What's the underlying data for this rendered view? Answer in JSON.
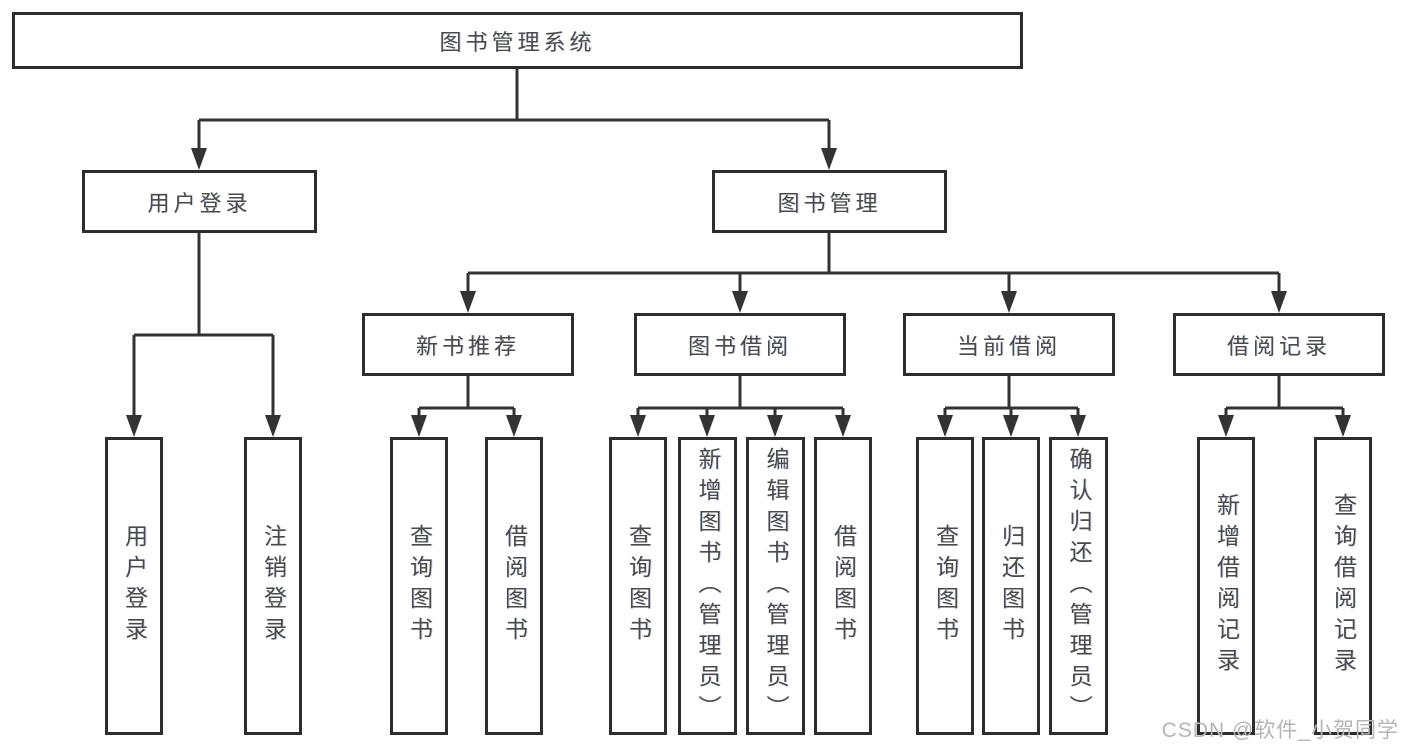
{
  "diagram_type": "hierarchy-tree",
  "colors": {
    "line": "#333333",
    "box_border": "#2d2d2d",
    "box_fill": "#ffffff",
    "text": "#4a4a4a",
    "watermark": "#b5b5b5"
  },
  "tree": {
    "label": "图书管理系统",
    "children": [
      {
        "label": "用户登录",
        "children": [
          {
            "label": "用户登录"
          },
          {
            "label": "注销登录"
          }
        ]
      },
      {
        "label": "图书管理",
        "children": [
          {
            "label": "新书推荐",
            "children": [
              {
                "label": "查询图书"
              },
              {
                "label": "借阅图书"
              }
            ]
          },
          {
            "label": "图书借阅",
            "children": [
              {
                "label": "查询图书"
              },
              {
                "label": "新增图书（管理员）"
              },
              {
                "label": "编辑图书（管理员）"
              },
              {
                "label": "借阅图书"
              }
            ]
          },
          {
            "label": "当前借阅",
            "children": [
              {
                "label": "查询图书"
              },
              {
                "label": "归还图书"
              },
              {
                "label": "确认归还（管理员）"
              }
            ]
          },
          {
            "label": "借阅记录",
            "children": [
              {
                "label": "新增借阅记录"
              },
              {
                "label": "查询借阅记录"
              }
            ]
          }
        ]
      }
    ]
  },
  "watermark": {
    "text": "CSDN @软件_小贺同学"
  }
}
